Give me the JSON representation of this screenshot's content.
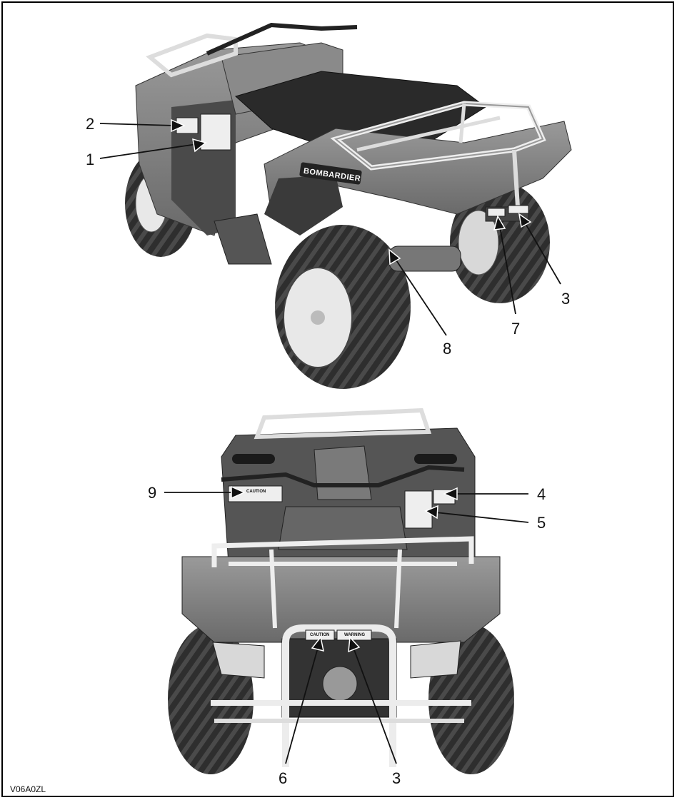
{
  "figure_code": "V06A0ZL",
  "brand_decal": "BOMBARDIER",
  "decals": {
    "caution_front": "CAUTION",
    "warning_front": "WARNING",
    "caution_side": "CAUTION"
  },
  "callouts": {
    "c1": "1",
    "c2": "2",
    "c3_rear": "3",
    "c7": "7",
    "c8": "8",
    "c9": "9",
    "c4": "4",
    "c5": "5",
    "c6": "6",
    "c3_front": "3"
  }
}
